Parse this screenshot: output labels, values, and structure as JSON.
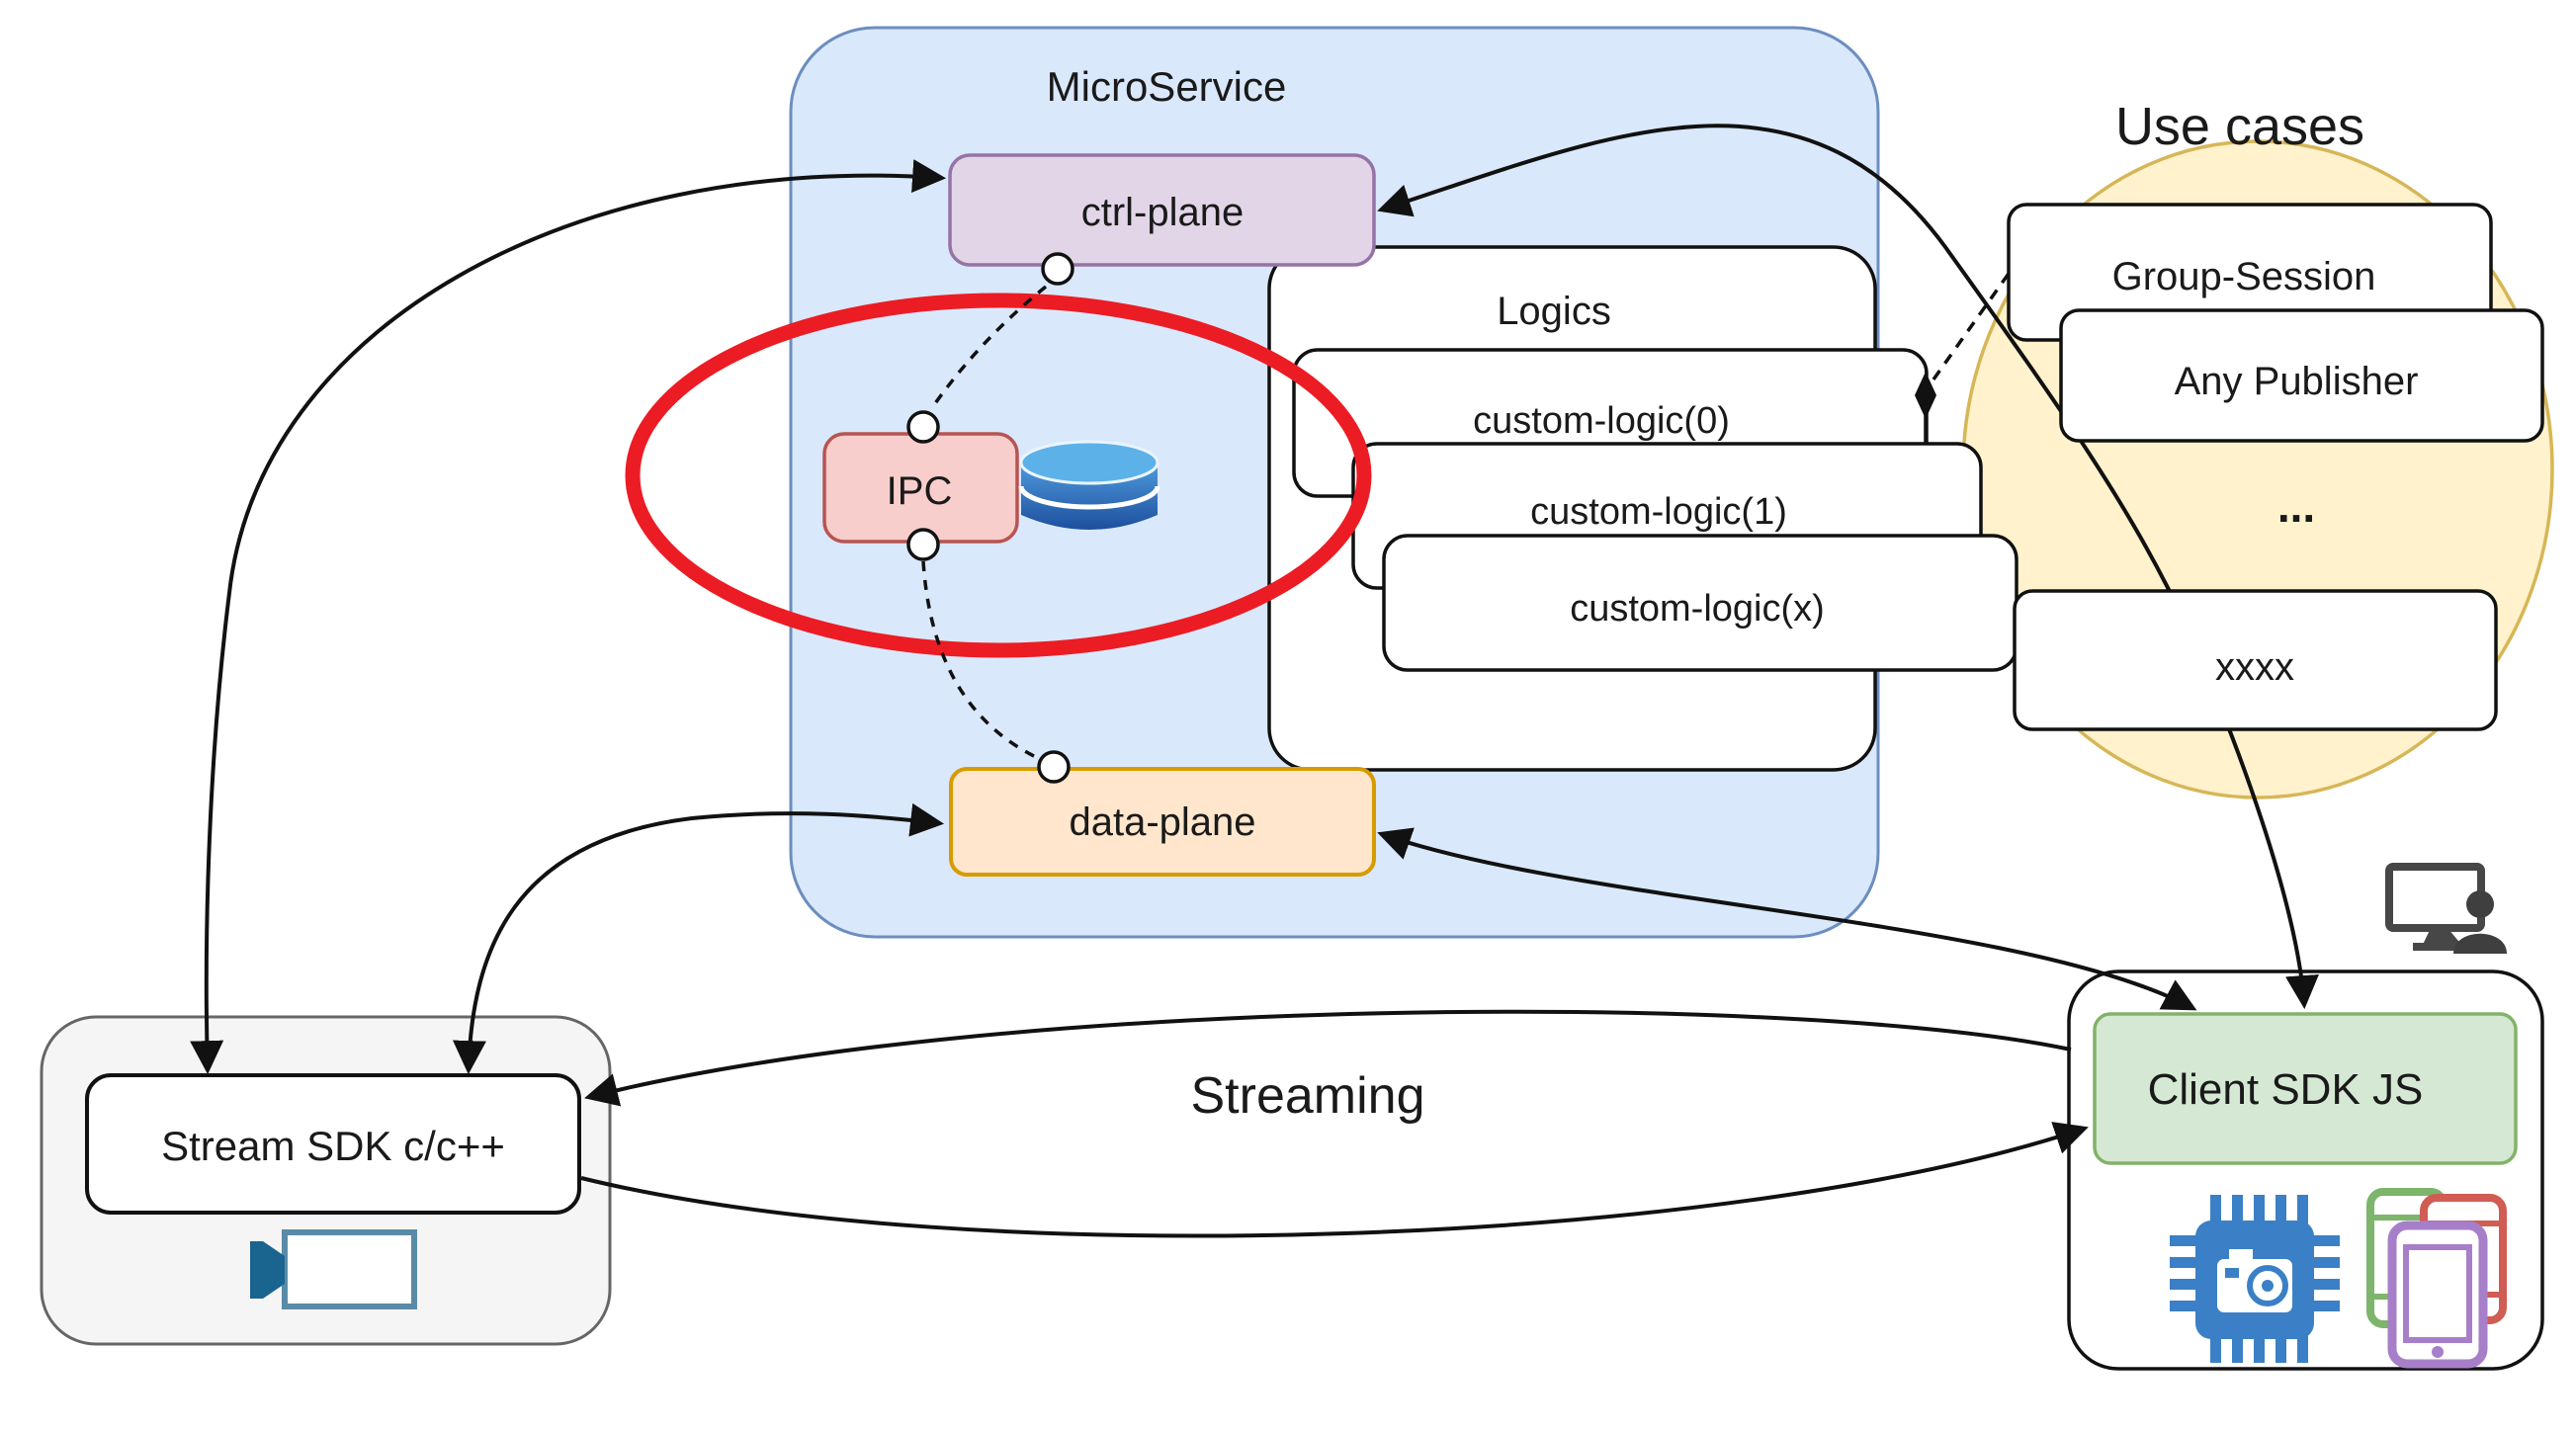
{
  "diagram": {
    "microservice": {
      "label": "MicroService",
      "ctrl_plane_label": "ctrl-plane",
      "ipc_label": "IPC",
      "data_plane_label": "data-plane",
      "logics": {
        "title": "Logics",
        "items": [
          "custom-logic(0)",
          "custom-logic(1)",
          "custom-logic(x)"
        ]
      }
    },
    "use_cases": {
      "title": "Use cases",
      "items": [
        "Group-Session",
        "Any Publisher",
        "...",
        "xxxx"
      ]
    },
    "stream_sdk": {
      "label": "Stream SDK c/c++"
    },
    "client_sdk": {
      "label": "Client SDK JS"
    },
    "streaming_label": "Streaming",
    "icons": {
      "database": "database-cylinder-icon",
      "video_camera": "video-camera-icon",
      "chip_camera": "chip-camera-icon",
      "phones": "mobile-phones-icon",
      "monitor_user": "monitor-user-icon"
    },
    "colors": {
      "microservice_fill": "#dae8fc",
      "microservice_border": "#6c8ebf",
      "ctrl_plane_fill": "#e1d5e7",
      "ctrl_plane_border": "#9673a6",
      "ipc_fill": "#f8cecc",
      "ipc_border": "#b85450",
      "data_plane_fill": "#ffe6cc",
      "data_plane_border": "#d79b00",
      "client_fill": "#d5e8d4",
      "client_border": "#82b366",
      "usecase_fill": "#fff2cc",
      "usecase_border": "#d6b656",
      "stream_fill": "#f5f5f5",
      "stream_border": "#666666",
      "highlight_red": "#ec1c24",
      "db_blue_light": "#5cb1e8",
      "db_blue_dark": "#1d4f9e",
      "chip_blue": "#3b80c6",
      "phone_green": "#7cb56b",
      "phone_red": "#d05c54",
      "phone_purple": "#a77fc9",
      "camera_teal": "#1a6490"
    }
  }
}
